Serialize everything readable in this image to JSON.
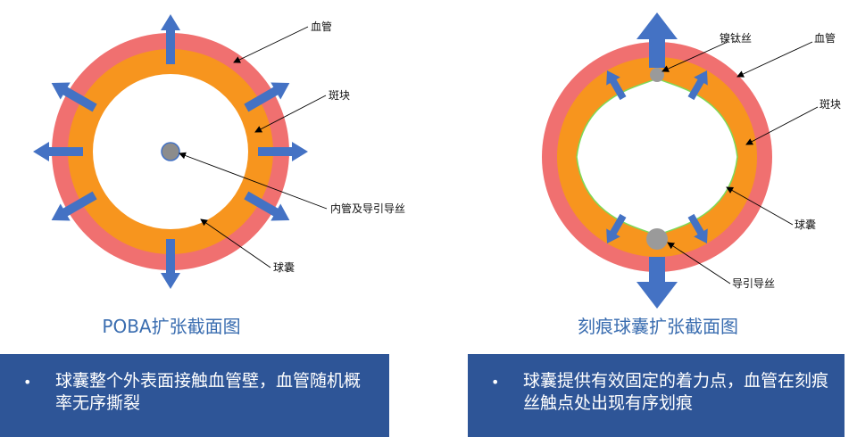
{
  "left": {
    "labels": {
      "vessel": "血管",
      "plaque": "斑块",
      "catheter": "内管及导引导丝",
      "balloon": "球囊"
    },
    "caption": "POBA扩张截面图",
    "bullet": "•",
    "description": "球囊整个外表面接触血管壁，血管随机概率无序撕裂"
  },
  "right": {
    "labels": {
      "nitinol": "镍钛丝",
      "vessel": "血管",
      "plaque": "斑块",
      "balloon": "球囊",
      "guidewire": "导引导丝"
    },
    "caption": "刻痕球囊扩张截面图",
    "bullet": "•",
    "description": "球囊提供有效固定的着力点，血管在刻痕丝触点处出现有序划痕"
  },
  "colors": {
    "vessel": "#f07070",
    "plaque": "#f7951e",
    "arrow": "#4472c4",
    "wire": "#9a9a9a",
    "balloon_edge": "#7ed957",
    "caption": "#3a6db0",
    "box": "#2e5597"
  }
}
